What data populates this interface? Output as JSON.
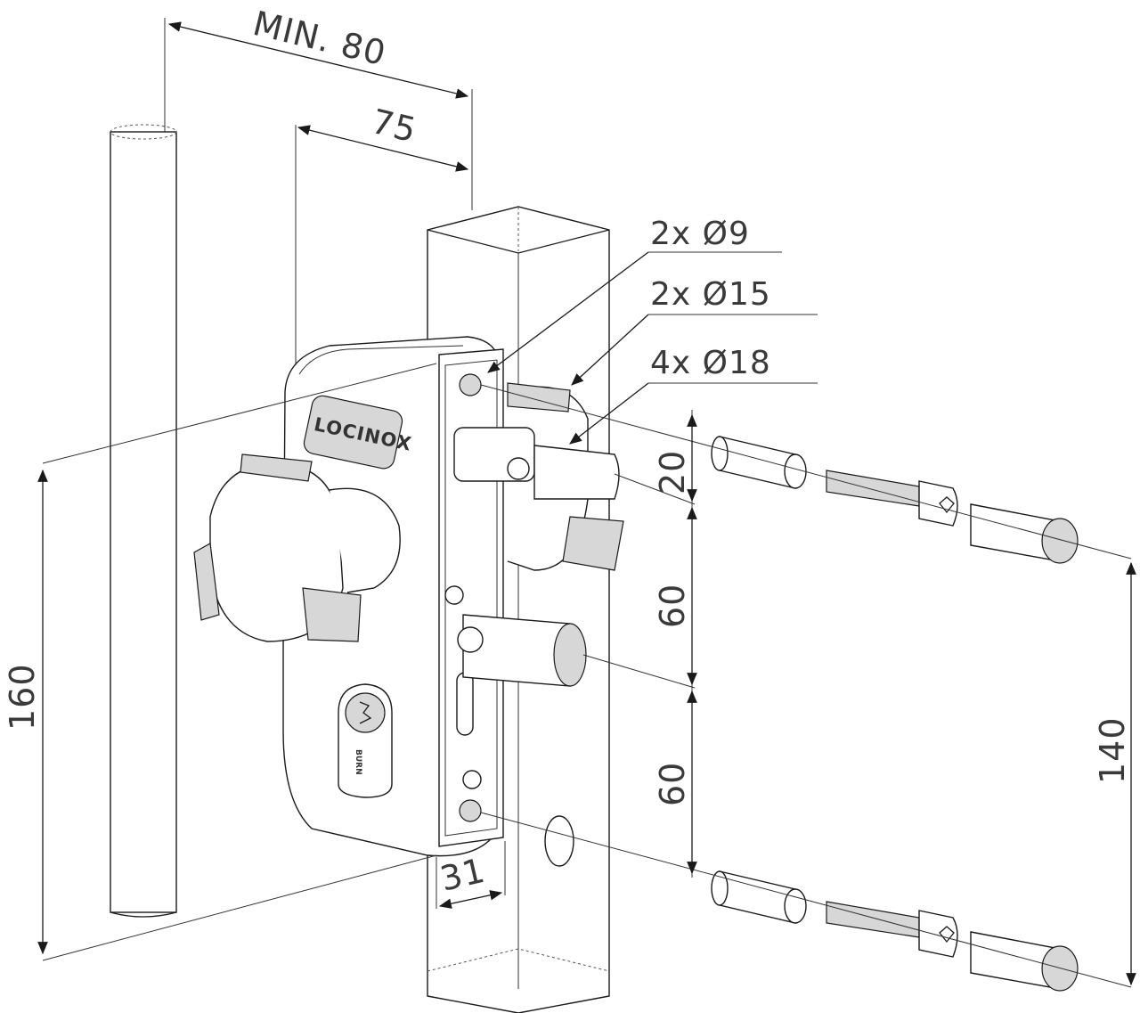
{
  "brand_label": "LOCINOX",
  "cylinder_label": "BURN",
  "dimensions": {
    "min_width": "MIN. 80",
    "width_75": "75",
    "height_160": "160",
    "spacing_20": "20",
    "spacing_60_upper": "60",
    "spacing_60_lower": "60",
    "height_140": "140",
    "depth_31": "31"
  },
  "callouts": {
    "hole_9": "2x Ø9",
    "hole_15": "2x Ø15",
    "hole_18": "4x Ø18"
  },
  "colors": {
    "line": "#1a1a1a",
    "text": "#3a3a3a",
    "shading": "#d7d7d7"
  }
}
